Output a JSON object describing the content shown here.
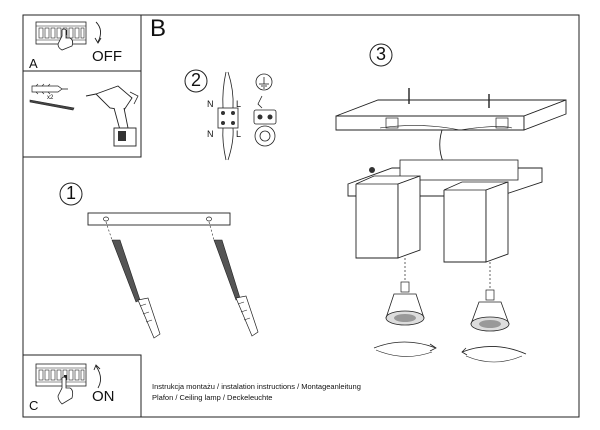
{
  "panels": {
    "a": {
      "label": "A",
      "state": "OFF"
    },
    "b": {
      "label": "B"
    },
    "c": {
      "label": "C",
      "state": "ON"
    }
  },
  "steps": {
    "step1": "1",
    "step2": "2",
    "step3": "3"
  },
  "wiring": {
    "neutral": "N",
    "live": "L"
  },
  "anchors": {
    "count": "x2"
  },
  "captions": {
    "line1": "Instrukcja montażu / instalation instructions / Montageanleitung",
    "line2": "Plafon / Ceiling lamp / Deckeleuchte"
  }
}
